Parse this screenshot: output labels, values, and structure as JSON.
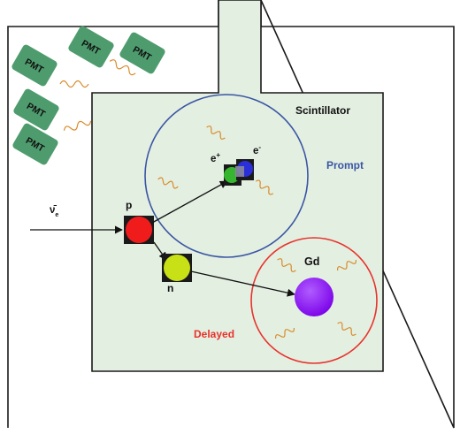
{
  "labels": {
    "scintillator": "Scintillator",
    "prompt": "Prompt",
    "delayed": "Delayed",
    "antineutrino_base": "ν̄",
    "antineutrino_sub": "e",
    "proton": "p",
    "neutron": "n",
    "positron_base": "e",
    "positron_sup": "+",
    "electron_base": "e",
    "electron_sup": "-",
    "gadolinium": "Gd",
    "pmt_1": "PMT",
    "pmt_2": "PMT",
    "pmt_3": "PMT",
    "pmt_4": "PMT",
    "pmt_5": "PMT"
  },
  "colors": {
    "scintillator_fill": "#e3efe1",
    "pmt_fill": "#4e9c6e",
    "prompt_circle": "#3a55a4",
    "delayed_circle": "#e8322c",
    "prompt_label": "#3a55a4",
    "delayed_label": "#e8322c",
    "proton": "#f01c1c",
    "neutron": "#c8e016",
    "positron": "#35b62e",
    "electron": "#2a2fd8",
    "gadolinium": "#8a05f5",
    "photon": "#d98a2a"
  }
}
